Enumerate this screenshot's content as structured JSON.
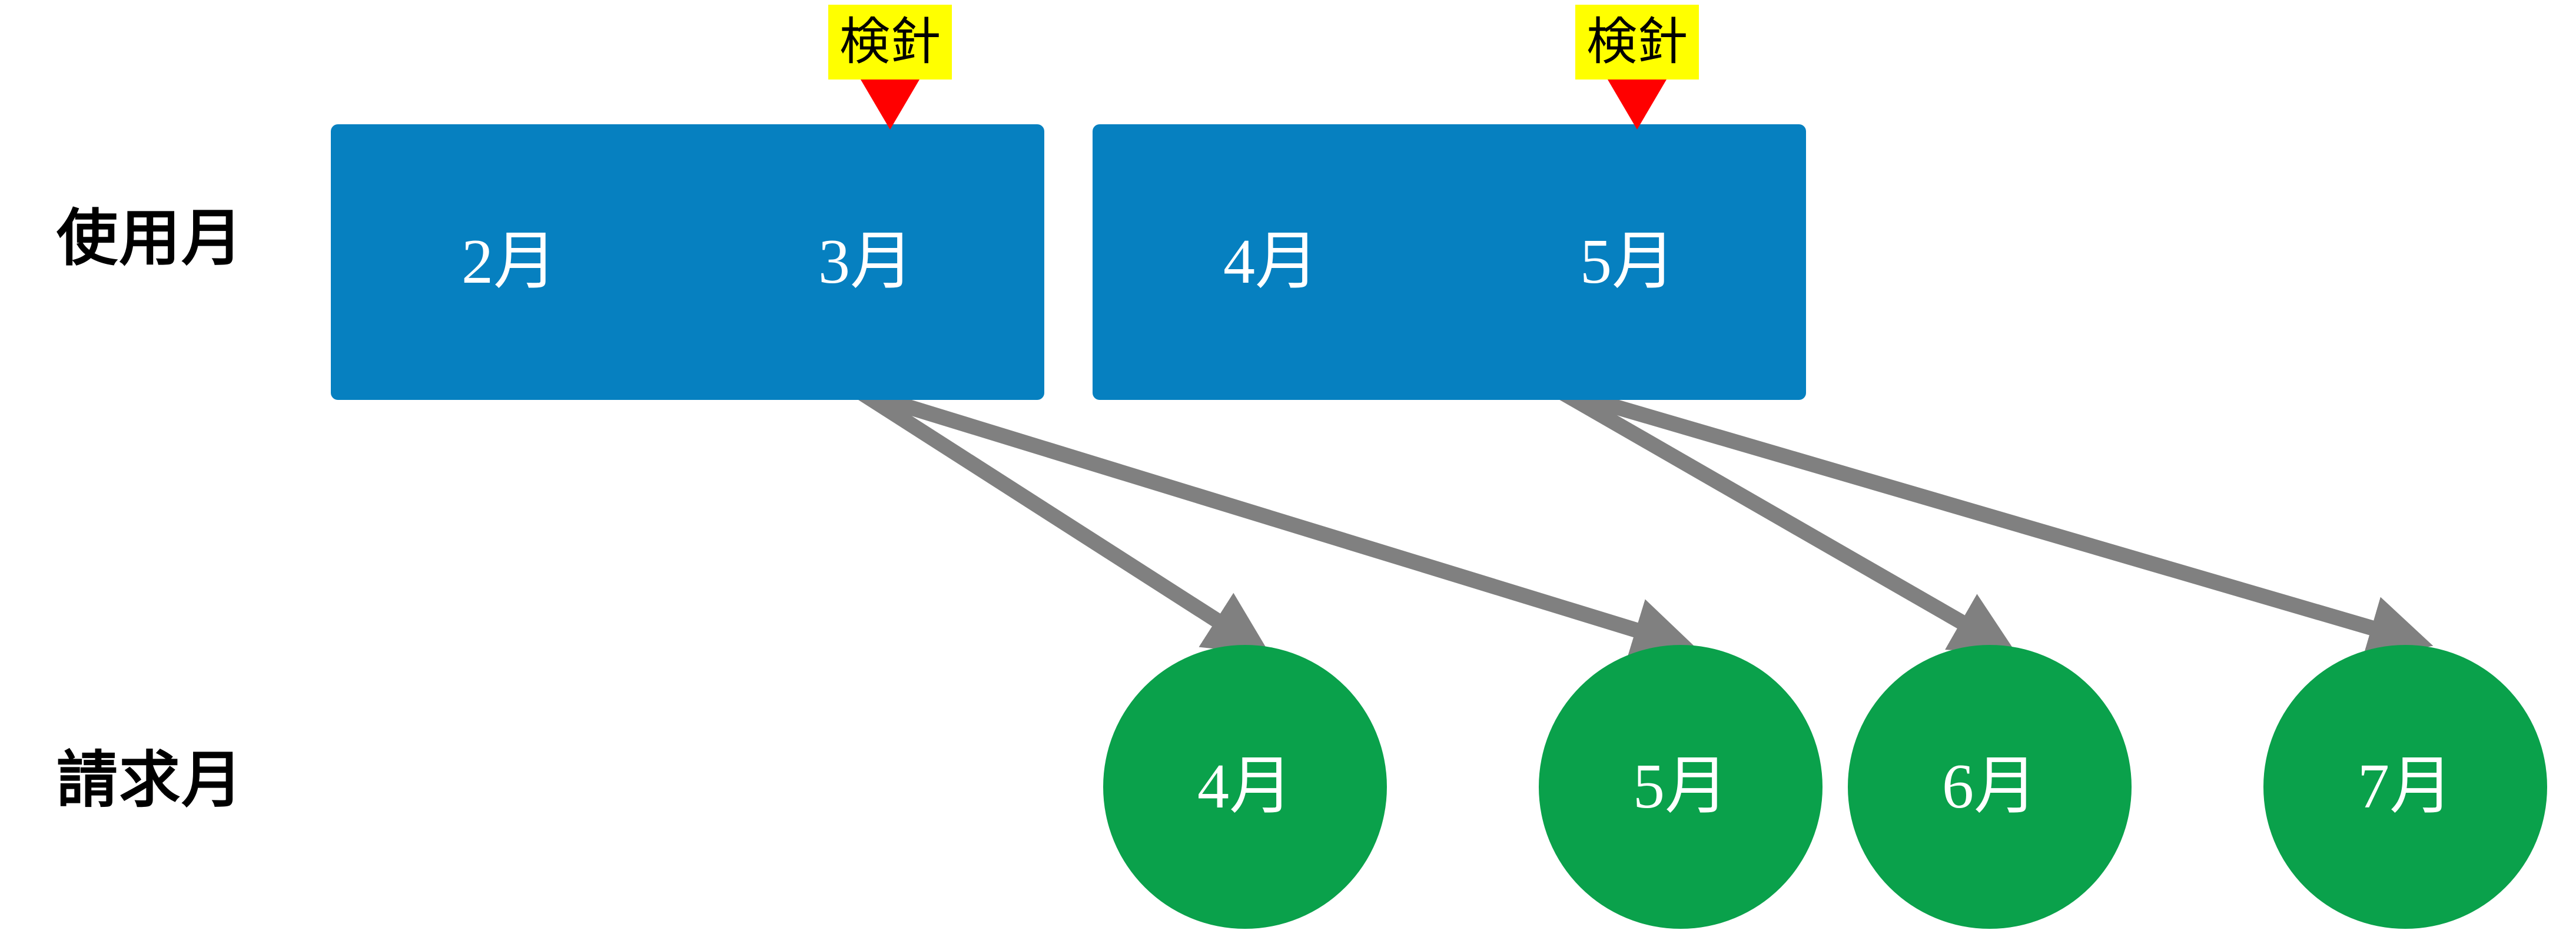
{
  "diagram": {
    "title_row_labels": {
      "usage": "使用月",
      "billing": "請求月"
    },
    "usage_bars": [
      {
        "months": [
          "2月",
          "3月"
        ]
      },
      {
        "months": [
          "4月",
          "5月"
        ]
      }
    ],
    "reading_markers": [
      {
        "label": "検針"
      },
      {
        "label": "検針"
      }
    ],
    "billing_circles": [
      {
        "label": "4月"
      },
      {
        "label": "5月"
      },
      {
        "label": "6月"
      },
      {
        "label": "7月"
      }
    ],
    "colors": {
      "usage_bar": "#0680c0",
      "billing_circle": "#0aa14b",
      "reading_highlight": "#ffff00",
      "reading_pointer": "#ff0000",
      "arrow": "#808080",
      "text_on_fill": "#ffffff",
      "text_dark": "#000000",
      "background": "#ffffff"
    },
    "flows": [
      {
        "from": "usage-bar-1",
        "to": "billing-circle-1"
      },
      {
        "from": "usage-bar-1",
        "to": "billing-circle-2"
      },
      {
        "from": "usage-bar-2",
        "to": "billing-circle-3"
      },
      {
        "from": "usage-bar-2",
        "to": "billing-circle-4"
      }
    ]
  }
}
